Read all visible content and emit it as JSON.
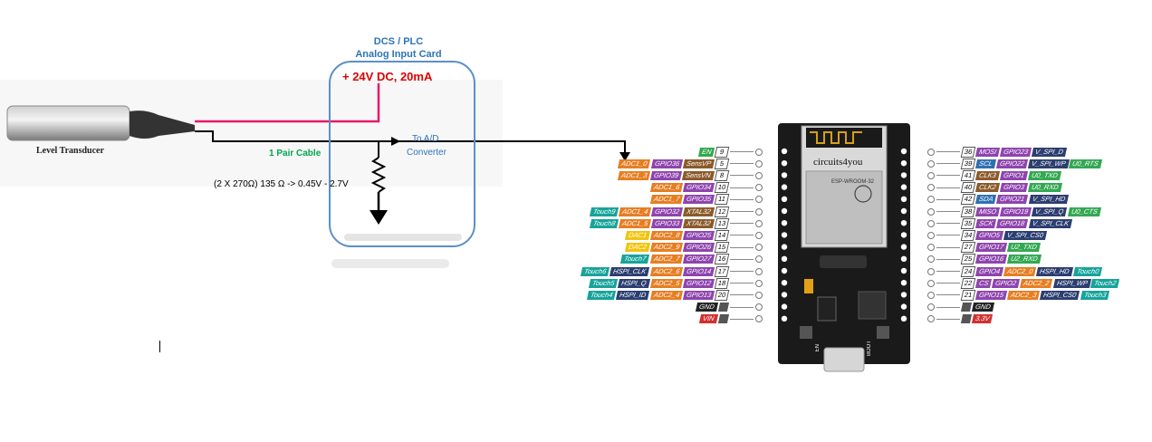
{
  "diagram": {
    "card_title_line1": "DCS / PLC",
    "card_title_line2": "Analog Input Card",
    "supply_label": "+ 24V DC, 20mA",
    "cable_label": "1 Pair Cable",
    "to_ad_label": "To A/D",
    "converter_label": "Converter",
    "resistor_label": "(2 X 270Ω) 135 Ω -> 0.45V - 2.7V",
    "transducer_label": "Level Transducer"
  },
  "board": {
    "brand": "circuits4you",
    "module_label": "ESP-WROOM-32",
    "en_button": "EN",
    "boot_button": "BOOT",
    "left_pins": [
      {
        "num": "9",
        "tags": [
          {
            "t": "EN",
            "c": "#33a852"
          }
        ]
      },
      {
        "num": "5",
        "tags": [
          {
            "t": "ADC1_0",
            "c": "#e67e22"
          },
          {
            "t": "GPIO36",
            "c": "#8e44ad"
          },
          {
            "t": "SensVP",
            "c": "#8b5a2b"
          }
        ]
      },
      {
        "num": "8",
        "tags": [
          {
            "t": "ADC1_3",
            "c": "#e67e22"
          },
          {
            "t": "GPIO39",
            "c": "#8e44ad"
          },
          {
            "t": "SensVN",
            "c": "#8b5a2b"
          }
        ]
      },
      {
        "num": "10",
        "tags": [
          {
            "t": "ADC1_6",
            "c": "#e67e22"
          },
          {
            "t": "GPIO34",
            "c": "#8e44ad"
          }
        ]
      },
      {
        "num": "11",
        "tags": [
          {
            "t": "ADC1_7",
            "c": "#e67e22"
          },
          {
            "t": "GPIO35",
            "c": "#8e44ad"
          }
        ]
      },
      {
        "num": "12",
        "tags": [
          {
            "t": "Touch9",
            "c": "#16a39a"
          },
          {
            "t": "ADC1_4",
            "c": "#e67e22"
          },
          {
            "t": "GPIO32",
            "c": "#8e44ad"
          },
          {
            "t": "XTAL32",
            "c": "#8b5a2b"
          }
        ]
      },
      {
        "num": "13",
        "tags": [
          {
            "t": "Touch8",
            "c": "#16a39a"
          },
          {
            "t": "ADC1_5",
            "c": "#e67e22"
          },
          {
            "t": "GPIO33",
            "c": "#8e44ad"
          },
          {
            "t": "XTAL32",
            "c": "#8b5a2b"
          }
        ]
      },
      {
        "num": "14",
        "tags": [
          {
            "t": "DAC1",
            "c": "#f1c40f"
          },
          {
            "t": "ADC2_8",
            "c": "#e67e22"
          },
          {
            "t": "GPIO25",
            "c": "#8e44ad"
          }
        ]
      },
      {
        "num": "15",
        "tags": [
          {
            "t": "DAC2",
            "c": "#f1c40f"
          },
          {
            "t": "ADC2_9",
            "c": "#e67e22"
          },
          {
            "t": "GPIO26",
            "c": "#8e44ad"
          }
        ]
      },
      {
        "num": "16",
        "tags": [
          {
            "t": "Touch7",
            "c": "#16a39a"
          },
          {
            "t": "ADC2_7",
            "c": "#e67e22"
          },
          {
            "t": "GPIO27",
            "c": "#8e44ad"
          }
        ]
      },
      {
        "num": "17",
        "tags": [
          {
            "t": "Touch6",
            "c": "#16a39a"
          },
          {
            "t": "HSPI_CLK",
            "c": "#2c3e70"
          },
          {
            "t": "ADC2_6",
            "c": "#e67e22"
          },
          {
            "t": "GPIO14",
            "c": "#8e44ad"
          }
        ]
      },
      {
        "num": "18",
        "tags": [
          {
            "t": "Touch5",
            "c": "#16a39a"
          },
          {
            "t": "HSPI_Q",
            "c": "#2c3e70"
          },
          {
            "t": "ADC2_5",
            "c": "#e67e22"
          },
          {
            "t": "GPIO12",
            "c": "#8e44ad"
          }
        ]
      },
      {
        "num": "20",
        "tags": [
          {
            "t": "Touch4",
            "c": "#16a39a"
          },
          {
            "t": "HSPI_ID",
            "c": "#2c3e70"
          },
          {
            "t": "ADC2_4",
            "c": "#e67e22"
          },
          {
            "t": "GPIO13",
            "c": "#8e44ad"
          }
        ]
      },
      {
        "num": "",
        "tags": [
          {
            "t": "GND",
            "c": "#222222"
          }
        ]
      },
      {
        "num": "",
        "tags": [
          {
            "t": "VIN",
            "c": "#d32f2f"
          }
        ]
      }
    ],
    "right_pins": [
      {
        "num": "36",
        "tags": [
          {
            "t": "MOSI",
            "c": "#8e44ad"
          },
          {
            "t": "GPIO23",
            "c": "#8e44ad"
          },
          {
            "t": "V_SPI_D",
            "c": "#2c3e70"
          }
        ]
      },
      {
        "num": "39",
        "tags": [
          {
            "t": "SCL",
            "c": "#2f6fb3"
          },
          {
            "t": "GPIO22",
            "c": "#8e44ad"
          },
          {
            "t": "V_SPI_WP",
            "c": "#2c3e70"
          },
          {
            "t": "U0_RTS",
            "c": "#33a852"
          }
        ]
      },
      {
        "num": "41",
        "tags": [
          {
            "t": "CLK3",
            "c": "#8b5a2b"
          },
          {
            "t": "GPIO1",
            "c": "#8e44ad"
          },
          {
            "t": "U0_TXD",
            "c": "#33a852"
          }
        ]
      },
      {
        "num": "40",
        "tags": [
          {
            "t": "CLK2",
            "c": "#8b5a2b"
          },
          {
            "t": "GPIO3",
            "c": "#8e44ad"
          },
          {
            "t": "U0_RXD",
            "c": "#33a852"
          }
        ]
      },
      {
        "num": "42",
        "tags": [
          {
            "t": "SDA",
            "c": "#2f6fb3"
          },
          {
            "t": "GPIO21",
            "c": "#8e44ad"
          },
          {
            "t": "V_SPI_HD",
            "c": "#2c3e70"
          }
        ]
      },
      {
        "num": "38",
        "tags": [
          {
            "t": "MISO",
            "c": "#8e44ad"
          },
          {
            "t": "GPIO19",
            "c": "#8e44ad"
          },
          {
            "t": "V_SPI_Q",
            "c": "#2c3e70"
          },
          {
            "t": "U0_CTS",
            "c": "#33a852"
          }
        ]
      },
      {
        "num": "35",
        "tags": [
          {
            "t": "SCK",
            "c": "#8e44ad"
          },
          {
            "t": "GPIO18",
            "c": "#8e44ad"
          },
          {
            "t": "V_SPI_CLK",
            "c": "#2c3e70"
          }
        ]
      },
      {
        "num": "34",
        "tags": [
          {
            "t": "GPIO5",
            "c": "#8e44ad"
          },
          {
            "t": "V_SPI_CS0",
            "c": "#2c3e70"
          }
        ]
      },
      {
        "num": "27",
        "tags": [
          {
            "t": "GPIO17",
            "c": "#8e44ad"
          },
          {
            "t": "U2_TXD",
            "c": "#33a852"
          }
        ]
      },
      {
        "num": "25",
        "tags": [
          {
            "t": "GPIO16",
            "c": "#8e44ad"
          },
          {
            "t": "U2_RXD",
            "c": "#33a852"
          }
        ]
      },
      {
        "num": "24",
        "tags": [
          {
            "t": "GPIO4",
            "c": "#8e44ad"
          },
          {
            "t": "ADC2_0",
            "c": "#e67e22"
          },
          {
            "t": "HSPI_HD",
            "c": "#2c3e70"
          },
          {
            "t": "Touch0",
            "c": "#16a39a"
          }
        ]
      },
      {
        "num": "22",
        "tags": [
          {
            "t": "CS",
            "c": "#8e44ad"
          },
          {
            "t": "GPIO2",
            "c": "#8e44ad"
          },
          {
            "t": "ADC2_2",
            "c": "#e67e22"
          },
          {
            "t": "HSPI_WP",
            "c": "#2c3e70"
          },
          {
            "t": "Touch2",
            "c": "#16a39a"
          }
        ]
      },
      {
        "num": "21",
        "tags": [
          {
            "t": "GPIO15",
            "c": "#8e44ad"
          },
          {
            "t": "ADC2_3",
            "c": "#e67e22"
          },
          {
            "t": "HSPI_CS0",
            "c": "#2c3e70"
          },
          {
            "t": "Touch3",
            "c": "#16a39a"
          }
        ]
      },
      {
        "num": "",
        "tags": [
          {
            "t": "GND",
            "c": "#222222"
          }
        ]
      },
      {
        "num": "",
        "tags": [
          {
            "t": "3.3V",
            "c": "#d32f2f"
          }
        ]
      }
    ]
  },
  "colors": {
    "card_border": "#5b8fc9",
    "supply_red": "#e00000",
    "cable_green": "#00a651",
    "signal_pink": "#e6196b",
    "board_black": "#1a1a1a"
  }
}
